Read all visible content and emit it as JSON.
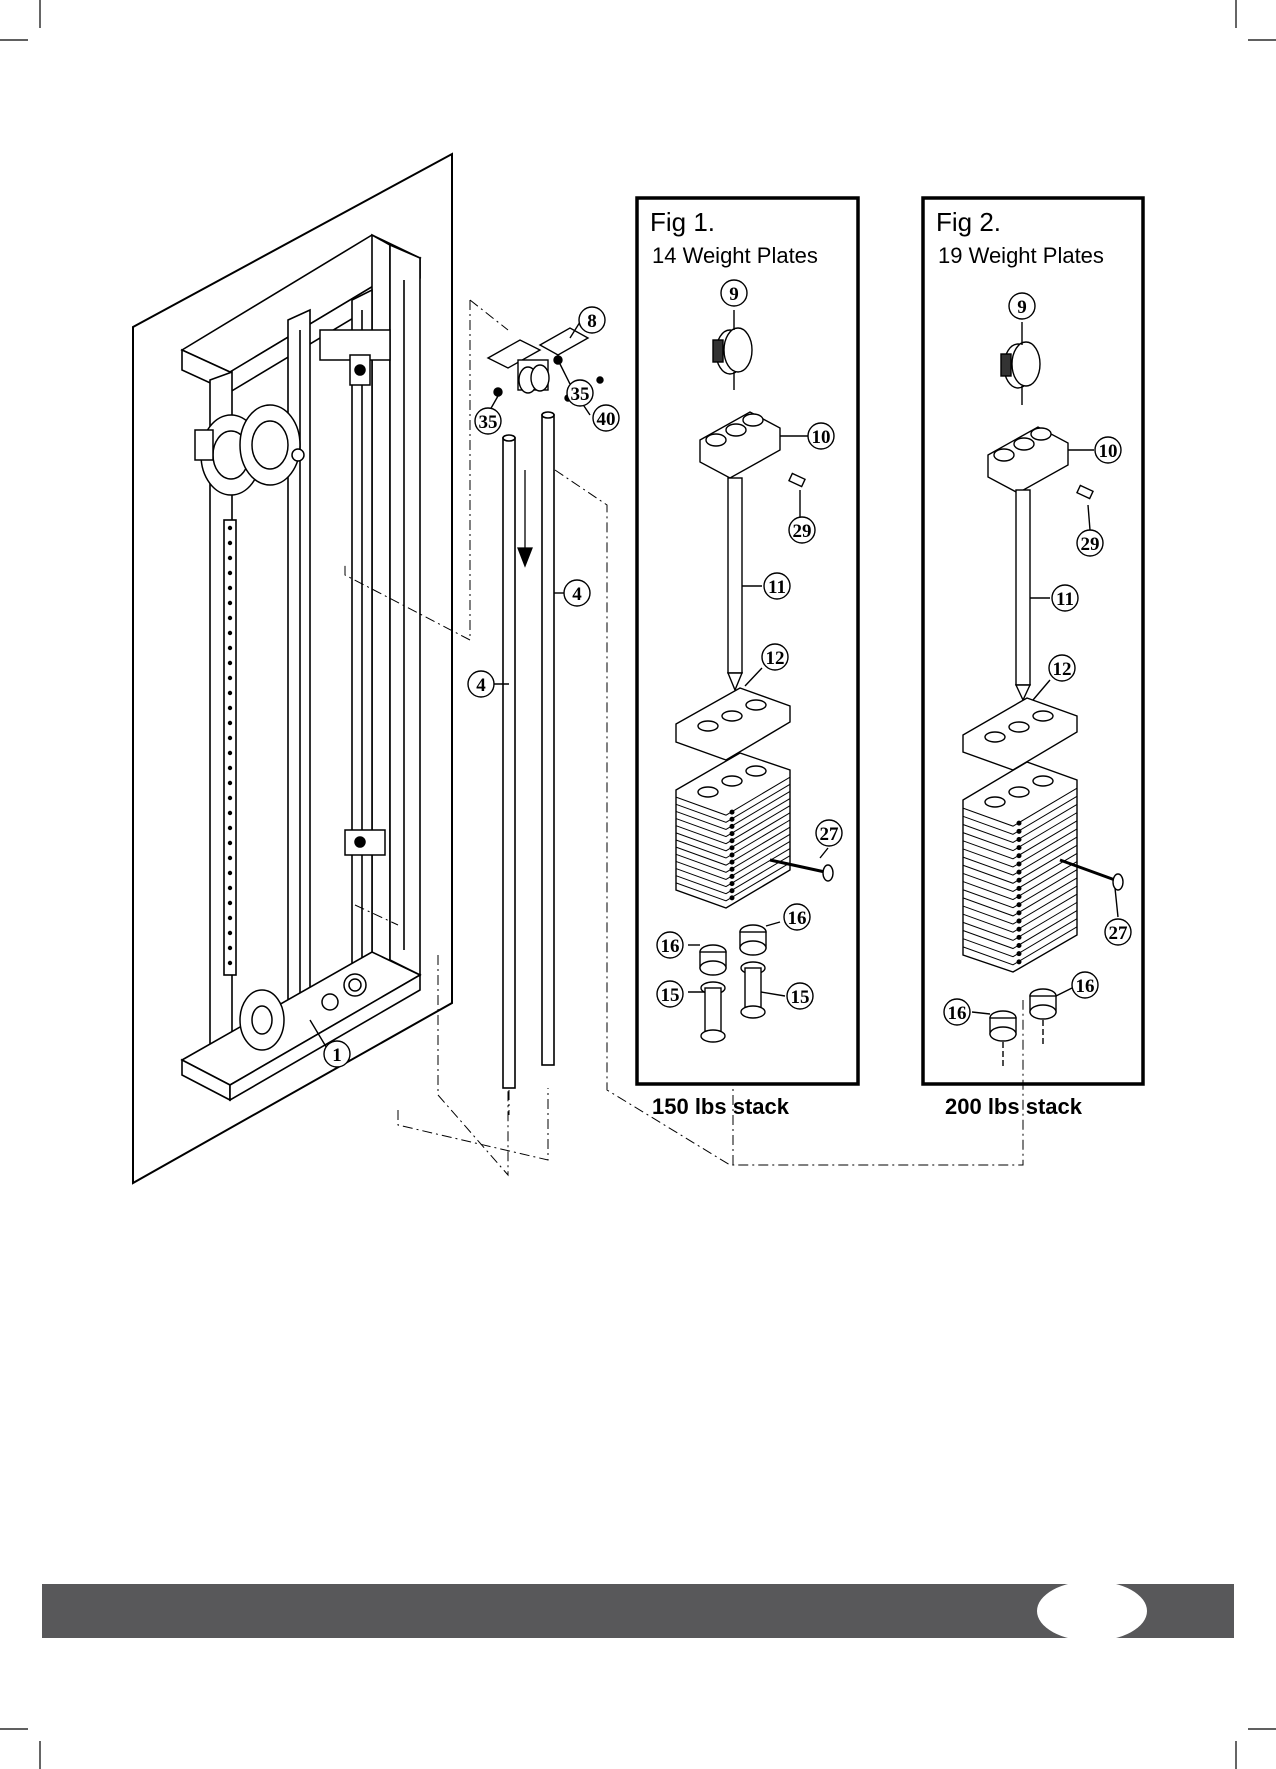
{
  "fig1": {
    "title": "Fig 1.",
    "subtitle": "14 Weight Plates",
    "stack_label": "150 lbs stack"
  },
  "fig2": {
    "title": "Fig 2.",
    "subtitle": "19 Weight Plates",
    "stack_label": "200 lbs stack"
  },
  "callouts": {
    "frame": "1",
    "rod_a": "4",
    "rod_b": "4",
    "bracket": "8",
    "bolt_a": "35",
    "bolt_b": "35",
    "washer": "40",
    "f1_pulley": "9",
    "f1_head": "10",
    "f1_pin": "29",
    "f1_rod": "11",
    "f1_top": "12",
    "f1_select": "27",
    "f1_bush_a": "16",
    "f1_bush_b": "16",
    "f1_guide_a": "15",
    "f1_guide_b": "15",
    "f2_pulley": "9",
    "f2_head": "10",
    "f2_pin": "29",
    "f2_rod": "11",
    "f2_top": "12",
    "f2_select": "27",
    "f2_bush_a": "16",
    "f2_bush_b": "16"
  },
  "colors": {
    "footer_bar": "#58585a",
    "ink": "#000000",
    "page": "#ffffff"
  }
}
